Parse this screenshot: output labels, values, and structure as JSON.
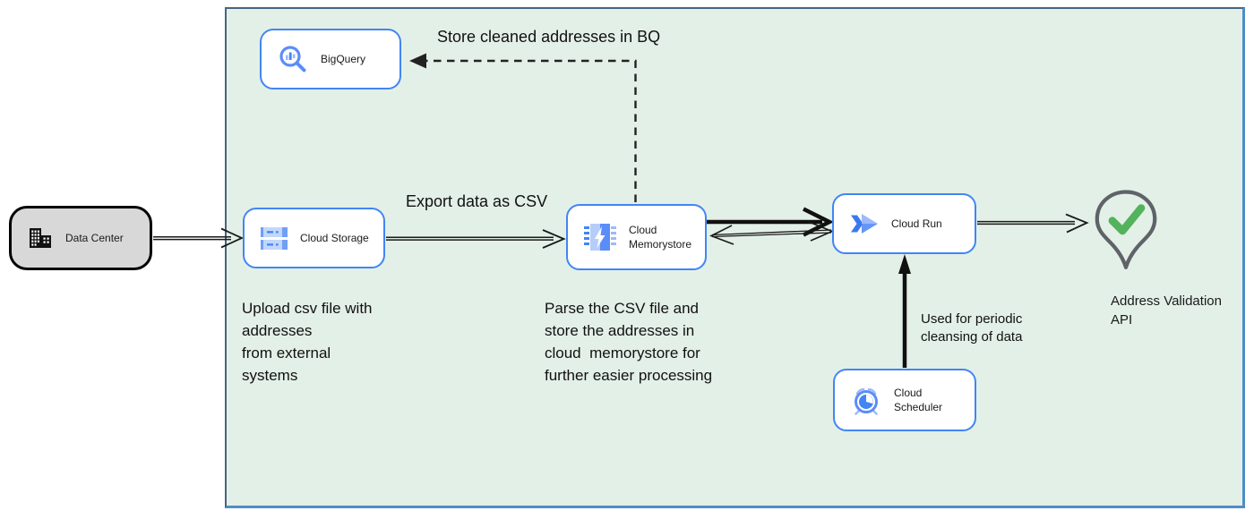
{
  "nodes": {
    "data_center": {
      "label": "Data Center"
    },
    "bigquery": {
      "label": "BigQuery"
    },
    "cloud_storage": {
      "label": "Cloud Storage"
    },
    "cloud_memorystore": {
      "label": "Cloud\nMemorystore"
    },
    "cloud_run": {
      "label": "Cloud Run"
    },
    "cloud_scheduler": {
      "label": "Cloud Scheduler"
    },
    "address_validation_api": {
      "label": "Address Validation\nAPI"
    }
  },
  "labels": {
    "store_cleaned_addresses": "Store cleaned addresses in BQ",
    "export_data": "Export data as CSV",
    "upload_note": "Upload csv file with\naddresses\nfrom external\nsystems",
    "parse_note": "Parse the CSV file and\nstore the addresses in\ncloud  memorystore for\nfurther easier processing",
    "periodic_note": "Used for periodic\ncleansing of data"
  },
  "icons": {
    "data_center": "building-icon",
    "bigquery": "bigquery-magnifier-icon",
    "cloud_storage": "cloud-storage-buckets-icon",
    "cloud_memorystore": "memorystore-chip-icon",
    "cloud_run": "cloud-run-chevron-icon",
    "cloud_scheduler": "scheduler-alarm-clock-icon",
    "address_validation_api": "map-pin-checkmark-icon"
  },
  "colors": {
    "container_fill": "#e3f0e7",
    "container_border": "#4e8dc9",
    "node_border": "#4285f4",
    "datacenter_fill": "#d8d8d8",
    "icon_blue": "#4285f4",
    "icon_light_blue": "#9db9fa",
    "check_green": "#52b35c",
    "pin_gray": "#5f6368",
    "arrow_black": "#1a1a1a"
  }
}
